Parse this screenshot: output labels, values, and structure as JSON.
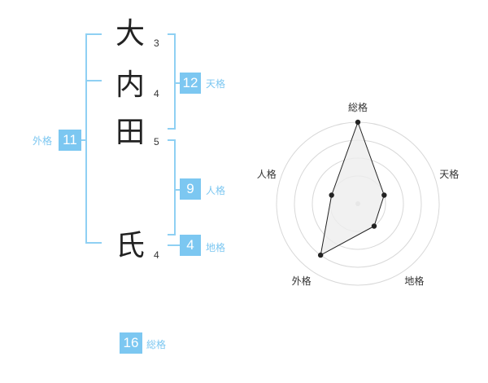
{
  "name": {
    "surname": [
      {
        "char": "大",
        "strokes": "3"
      },
      {
        "char": "内",
        "strokes": "4"
      },
      {
        "char": "田",
        "strokes": "5"
      }
    ],
    "given": [
      {
        "char": "氏",
        "strokes": "4"
      }
    ]
  },
  "fortunes": {
    "tenkaku": {
      "value": "12",
      "label": "天格"
    },
    "jinkaku": {
      "value": "9",
      "label": "人格"
    },
    "chikaku": {
      "value": "4",
      "label": "地格"
    },
    "gaikaku": {
      "value": "11",
      "label": "外格"
    },
    "soukaku": {
      "value": "16",
      "label": "総格"
    }
  },
  "colors": {
    "accent": "#7cc7f1",
    "bracket": "#8fd0f3",
    "radar_fill": "#eeeeee",
    "radar_line": "#222222",
    "ring": "#d8d8d8"
  },
  "chart_data": {
    "type": "radar",
    "axes": [
      "総格",
      "天格",
      "地格",
      "外格",
      "人格"
    ],
    "max": 4,
    "values": [
      4,
      1,
      1,
      3,
      1
    ]
  }
}
